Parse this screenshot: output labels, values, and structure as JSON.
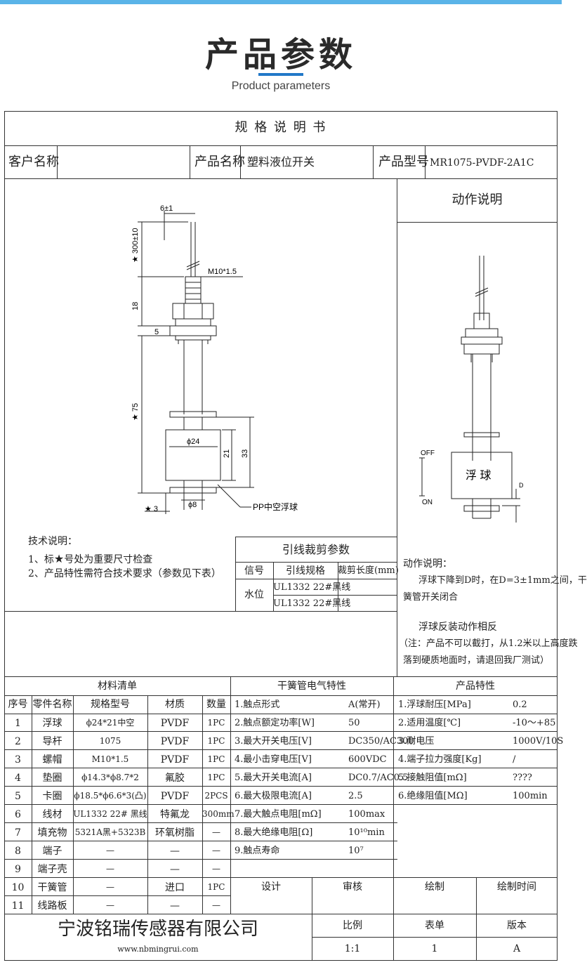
{
  "header": {
    "title": "产品参数",
    "subtitle": "Product parameters"
  },
  "spec": {
    "title": "规 格 说 明 书",
    "customer_label": "客户名称",
    "customer_value": "",
    "product_name_label": "产品名称",
    "product_name_value": "塑料液位开关",
    "model_label": "产品型号",
    "model_value": "MR1075-PVDF-2A1C"
  },
  "drawing": {
    "dim_6": "6±1",
    "dim_300": "★ 300±10",
    "dim_thread": "M10*1.5",
    "dim_18": "18",
    "dim_5": "5",
    "dim_75": "★ 75",
    "dim_phi24": "ϕ24",
    "dim_21": "21",
    "dim_33": "33",
    "dim_3": "★ 3",
    "dim_phi8": "ϕ8",
    "float_label": "PP中空浮球"
  },
  "action": {
    "title": "动作说明",
    "off": "OFF",
    "on": "ON",
    "d": "D",
    "float_text": "浮 球",
    "desc_title": "动作说明：",
    "desc_1": "浮球下降到D时，在D=3±1mm之间，干",
    "desc_2": "簧管开关闭合",
    "desc_3": "浮球反装动作相反",
    "desc_4": "（注：产品不可以截打，从1.2米以上高度跌",
    "desc_5": "落到硬质地面时，请退回我厂测试）"
  },
  "tech": {
    "title": "技术说明：",
    "line1_a": "1、标",
    "line1_b": "★",
    "line1_c": "号处为重要尺寸检查",
    "line2": "2、产品特性需符合技术要求（参数见下表）"
  },
  "lead": {
    "title": "引线裁剪参数",
    "h_signal": "信号",
    "h_spec": "引线规格",
    "h_len": "裁剪长度(mm)",
    "signal": "水位",
    "rows": [
      "UL1332 22#黑线",
      "UL1332 22#黑线"
    ]
  },
  "materials": {
    "title": "材料清单",
    "headers": [
      "序号",
      "零件名称",
      "规格型号",
      "材质",
      "数量"
    ],
    "rows": [
      [
        "1",
        "浮球",
        "ϕ24*21中空",
        "PVDF",
        "1PC"
      ],
      [
        "2",
        "导杆",
        "1075",
        "PVDF",
        "1PC"
      ],
      [
        "3",
        "螺帽",
        "M10*1.5",
        "PVDF",
        "1PC"
      ],
      [
        "4",
        "垫圈",
        "ϕ14.3*ϕ8.7*2",
        "氟胶",
        "1PC"
      ],
      [
        "5",
        "卡圈",
        "ϕ18.5*ϕ6.6*3(凸)",
        "PVDF",
        "2PCS"
      ],
      [
        "6",
        "线材",
        "UL1332 22# 黑线",
        "特氟龙",
        "300mm"
      ],
      [
        "7",
        "填充物",
        "5321A黑+5323B",
        "环氧树脂",
        "—"
      ],
      [
        "8",
        "端子",
        "—",
        "—",
        "—"
      ],
      [
        "9",
        "端子壳",
        "—",
        "—",
        "—"
      ],
      [
        "10",
        "干簧管",
        "—",
        "进口",
        "1PC"
      ],
      [
        "11",
        "线路板",
        "—",
        "—",
        "—"
      ]
    ]
  },
  "reed": {
    "title": "干簧管电气特性",
    "rows": [
      [
        "1.触点形式",
        "A(常开)"
      ],
      [
        "2.触点额定功率[W]",
        "50"
      ],
      [
        "3.最大开关电压[V]",
        "DC350/AC300"
      ],
      [
        "4.最小击穿电压[V]",
        "600VDC"
      ],
      [
        "5.最大开关电流[A]",
        "DC0.7/AC0.5"
      ],
      [
        "6.最大极限电流[A]",
        "2.5"
      ],
      [
        "7.最大触点电阻[mΩ]",
        "100max"
      ],
      [
        "8.最大绝缘电阻[Ω]",
        "10¹⁰min"
      ],
      [
        "9.触点寿命",
        "10⁷"
      ]
    ]
  },
  "product": {
    "title": "产品特性",
    "rows": [
      [
        "1.浮球耐压[MPa]",
        "0.2"
      ],
      [
        "2.适用温度[℃]",
        "-10～+85"
      ],
      [
        "3.耐电压",
        "1000V/10S"
      ],
      [
        "4.端子拉力强度[Kg]",
        "/"
      ],
      [
        "5.接触阻值[mΩ]",
        "????"
      ],
      [
        "6.绝缘阻值[MΩ]",
        "100min"
      ]
    ]
  },
  "signoff": {
    "design": "设计",
    "review": "审核",
    "draw": "绘制",
    "draw_time": "绘制时间"
  },
  "company": {
    "name": "宁波铭瑞传感器有限公司",
    "url": "www.nbmingrui.com"
  },
  "footer": {
    "scale_label": "比例",
    "sheet_label": "表单",
    "version_label": "版本",
    "scale": "1:1",
    "sheet": "1",
    "version": "A"
  }
}
